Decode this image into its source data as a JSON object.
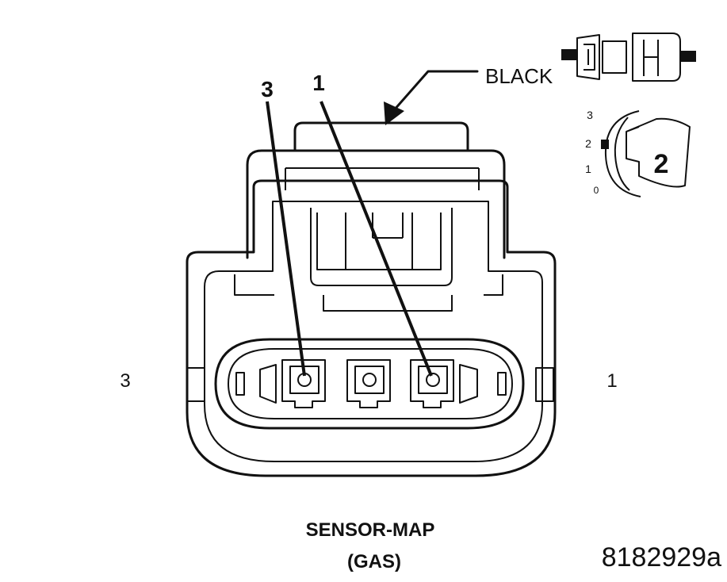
{
  "labels": {
    "pin_3_top": "3",
    "pin_1_top": "1",
    "color": "BLACK",
    "side_left": "3",
    "side_right": "1",
    "title": "SENSOR-MAP",
    "subtitle": "(GAS)",
    "figure_id": "8182929a"
  },
  "key_indicator": {
    "positions": [
      "3",
      "2",
      "1",
      "0"
    ],
    "selected": "2"
  },
  "colors": {
    "line": "#111111",
    "background": "#ffffff"
  }
}
